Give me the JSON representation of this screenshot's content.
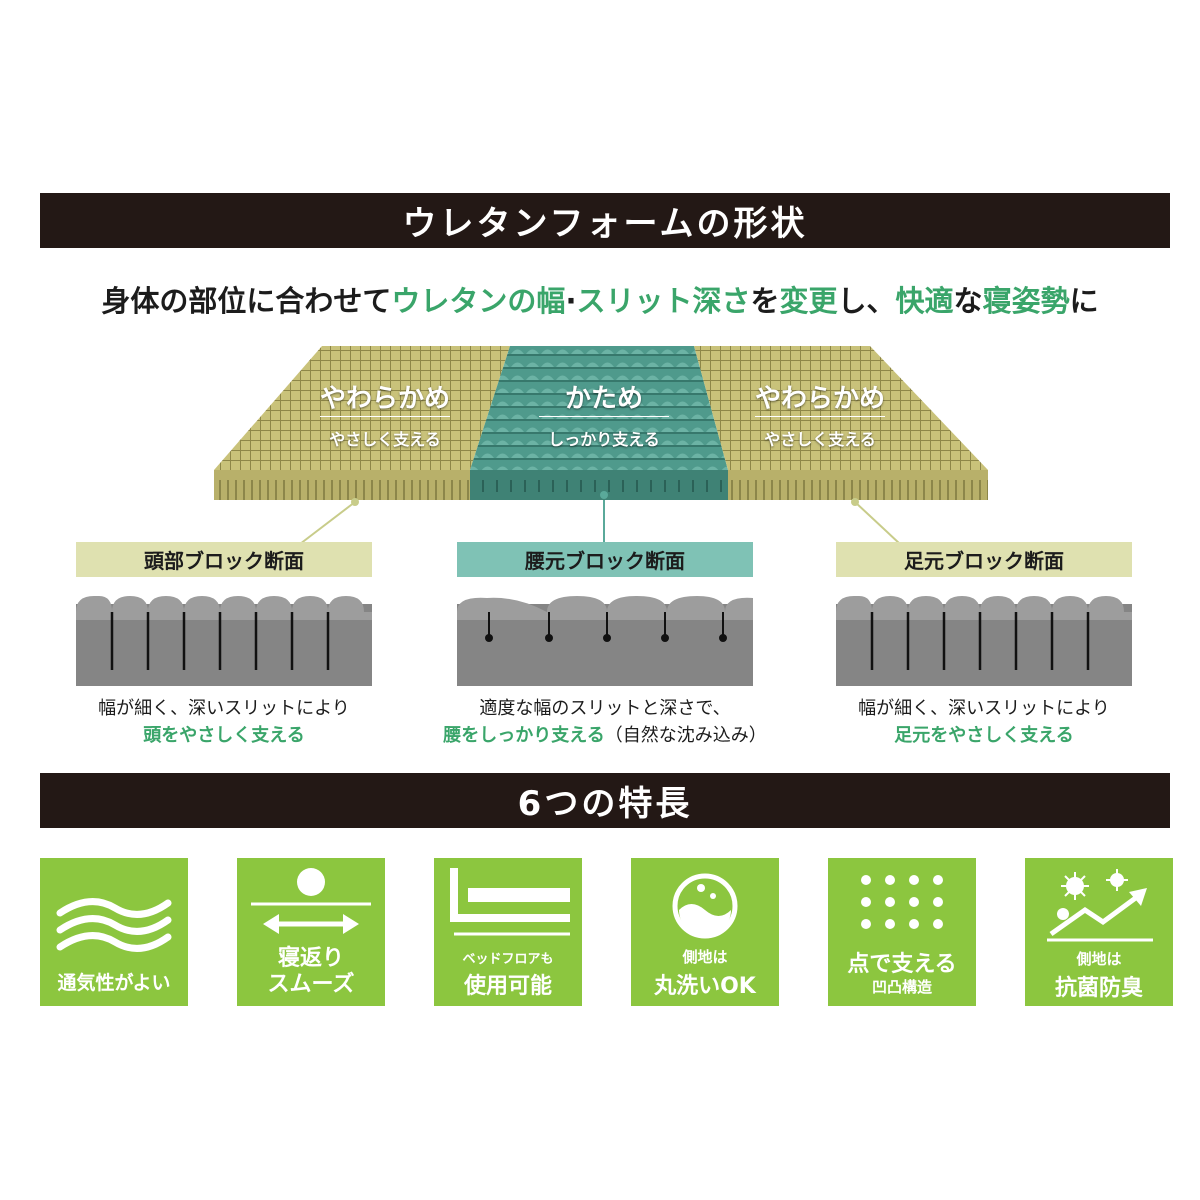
{
  "header1": "ウレタンフォームの形状",
  "subtitle": {
    "p1": "身体の部位に合わせて",
    "p2": "ウレタンの幅",
    "p3": "·",
    "p4": "スリット深さ",
    "p5": "を",
    "p6": "変更",
    "p7": "し、",
    "p8": "快適",
    "p9": "な",
    "p10": "寝姿勢",
    "p11": "に"
  },
  "zones": [
    {
      "title": "やわらかめ",
      "sub": "やさしく支える"
    },
    {
      "title": "かため",
      "sub": "しっかり支える"
    },
    {
      "title": "やわらかめ",
      "sub": "やさしく支える"
    }
  ],
  "sections": [
    {
      "label": "頭部ブロック断面",
      "line1": "幅が細く、深いスリットにより",
      "line2_green": "頭をやさしく支える",
      "line2_black": ""
    },
    {
      "label": "腰元ブロック断面",
      "line1": "適度な幅のスリットと深さで、",
      "line2_green": "腰をしっかり支える",
      "line2_black": "（自然な沈み込み）"
    },
    {
      "label": "足元ブロック断面",
      "line1": "幅が細く、深いスリットにより",
      "line2_green": "足元をやさしく支える",
      "line2_black": ""
    }
  ],
  "header2": "6つの特長",
  "features": [
    {
      "line1": "通気性がよい",
      "line2": "",
      "icon": "wave-icon"
    },
    {
      "line1": "寝返り",
      "line2": "スムーズ",
      "icon": "rolling-person-icon"
    },
    {
      "small": "ベッドフロアも",
      "line1": "使用可能",
      "icon": "bed-floor-icon"
    },
    {
      "small": "側地は",
      "line1": "丸洗いOK",
      "icon": "washable-icon"
    },
    {
      "line1": "点で支える",
      "small": "凹凸構造",
      "icon": "dot-grid-icon"
    },
    {
      "small": "側地は",
      "line1": "抗菌防臭",
      "icon": "antibacterial-icon"
    }
  ],
  "colors": {
    "soft": "#c9c27a",
    "hard": "#4f9a8c",
    "soft_label": "#dfe1b0",
    "hard_label": "#7fc2b5",
    "feature": "#8cc63f",
    "accent_green": "#3aa56a",
    "bar": "#231815"
  }
}
